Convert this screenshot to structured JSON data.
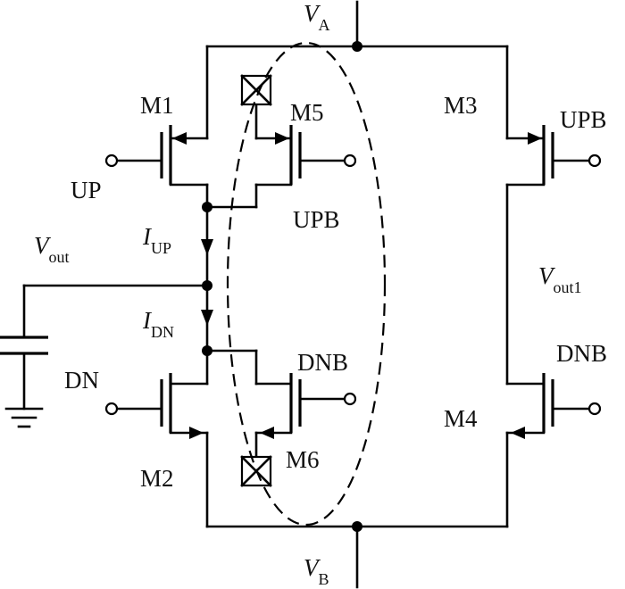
{
  "diagram": {
    "supply_top": {
      "main": "V",
      "sub": "A"
    },
    "supply_bottom": {
      "main": "V",
      "sub": "B"
    },
    "output": {
      "main": "V",
      "sub": "out"
    },
    "output1": {
      "main": "V",
      "sub": "out1"
    },
    "current_up": {
      "main": "I",
      "sub": "UP"
    },
    "current_dn": {
      "main": "I",
      "sub": "DN"
    },
    "transistors": {
      "m1": "M1",
      "m2": "M2",
      "m3": "M3",
      "m4": "M4",
      "m5": "M5",
      "m6": "M6"
    },
    "signals": {
      "up": "UP",
      "dn": "DN",
      "upb_m5": "UPB",
      "dnb_m6": "DNB",
      "upb_m3": "UPB",
      "dnb_m4": "DNB"
    }
  }
}
